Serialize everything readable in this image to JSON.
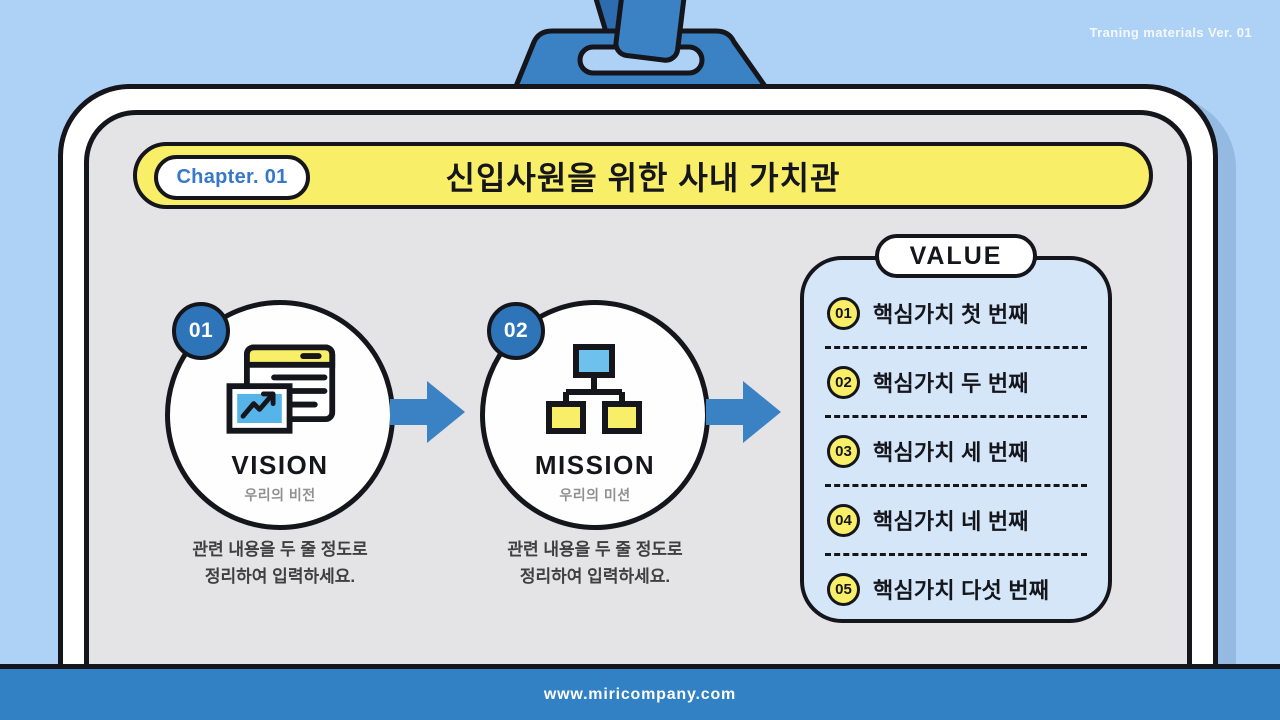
{
  "page": {
    "version_label": "Traning materials Ver. 01",
    "footer_url": "www.miricompany.com"
  },
  "header": {
    "chapter_label": "Chapter. 01",
    "title": "신입사원을 위한 사내 가치관"
  },
  "steps": [
    {
      "number": "01",
      "name": "VISION",
      "caption": "우리의 비전",
      "icon": "browser-growth-chart-icon",
      "description": "관련 내용을 두 줄 정도로\n정리하여 입력하세요."
    },
    {
      "number": "02",
      "name": "MISSION",
      "caption": "우리의 미션",
      "icon": "org-chart-icon",
      "description": "관련 내용을 두 줄 정도로\n정리하여 입력하세요."
    }
  ],
  "value_panel": {
    "title": "VALUE",
    "items": [
      {
        "number": "01",
        "label": "핵심가치 첫 번째"
      },
      {
        "number": "02",
        "label": "핵심가치 두 번째"
      },
      {
        "number": "03",
        "label": "핵심가치 세 번째"
      },
      {
        "number": "04",
        "label": "핵심가치 네 번째"
      },
      {
        "number": "05",
        "label": "핵심가치 다섯 번째"
      }
    ]
  },
  "colors": {
    "background": "#aed2f6",
    "accent_blue": "#3b82c4",
    "strap_dark_blue": "#2d6cae",
    "step_badge_blue": "#2e74b8",
    "accent_yellow": "#f9ee67",
    "value_panel_blue": "#d4e6f8",
    "footer_blue": "#3181c4",
    "card_gray": "#e4e3e6",
    "outline_black": "#15151c",
    "chapter_text_blue": "#3878c9"
  }
}
